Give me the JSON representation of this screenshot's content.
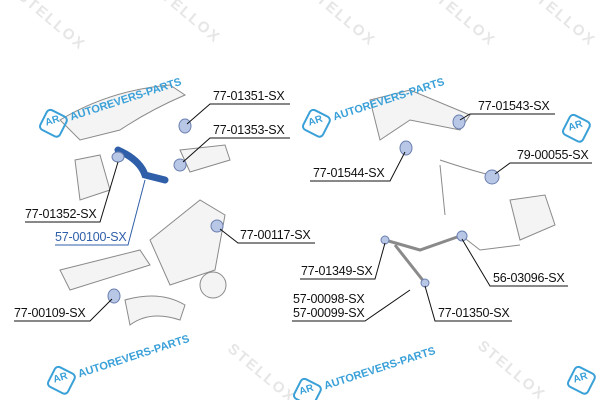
{
  "watermarks": {
    "site": "AUTOREVERS-PARTS",
    "logo": "AR",
    "brand": "STELLOX"
  },
  "colors": {
    "highlight": "#2f5fa8",
    "bushing": "#b9c7e6",
    "sketch": "#8a8a8a"
  },
  "left_labels": [
    {
      "id": "77-01351-SX"
    },
    {
      "id": "77-01353-SX"
    },
    {
      "id": "77-01352-SX"
    },
    {
      "id": "57-00100-SX"
    },
    {
      "id": "77-00117-SX"
    },
    {
      "id": "77-00109-SX"
    }
  ],
  "right_labels": [
    {
      "id": "77-01543-SX"
    },
    {
      "id": "79-00055-SX"
    },
    {
      "id": "77-01544-SX"
    },
    {
      "id": "77-01349-SX"
    },
    {
      "id": "56-03096-SX"
    },
    {
      "id": "57-00098-SX"
    },
    {
      "id": "57-00099-SX"
    },
    {
      "id": "77-01350-SX"
    }
  ]
}
